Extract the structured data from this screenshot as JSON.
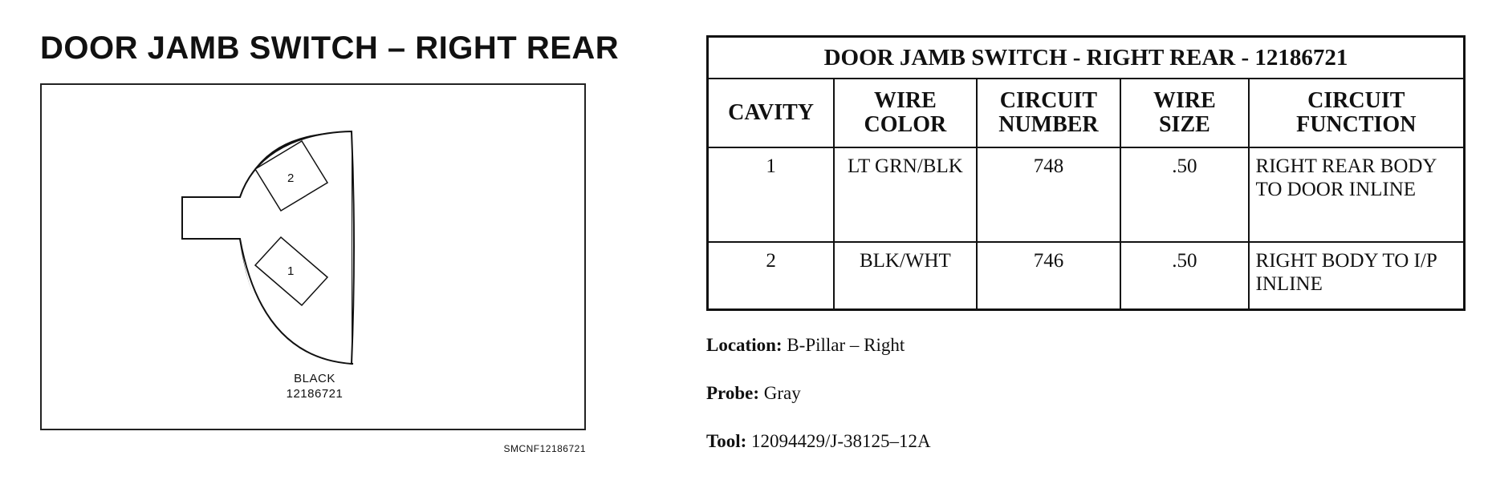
{
  "diagram": {
    "title": "DOOR JAMB SWITCH – RIGHT REAR",
    "cavities": [
      "2",
      "1"
    ],
    "connector_color": "BLACK",
    "part_number": "12186721",
    "figure_id": "SMCNF12186721"
  },
  "table": {
    "caption": "DOOR JAMB SWITCH - RIGHT REAR - 12186721",
    "headers": [
      "CAVITY",
      "WIRE COLOR",
      "CIRCUIT NUMBER",
      "WIRE SIZE",
      "CIRCUIT FUNCTION"
    ],
    "rows": [
      {
        "cavity": "1",
        "wire_color": "LT GRN/BLK",
        "circuit_number": "748",
        "wire_size": ".50",
        "circuit_function": "RIGHT REAR BODY TO DOOR INLINE"
      },
      {
        "cavity": "2",
        "wire_color": "BLK/WHT",
        "circuit_number": "746",
        "wire_size": ".50",
        "circuit_function": "RIGHT BODY TO I/P INLINE"
      }
    ]
  },
  "details": {
    "location_label": "Location:",
    "location_value": "B-Pillar – Right",
    "probe_label": "Probe:",
    "probe_value": "Gray",
    "tool_label": "Tool:",
    "tool_value": "12094429/J-38125–12A"
  }
}
